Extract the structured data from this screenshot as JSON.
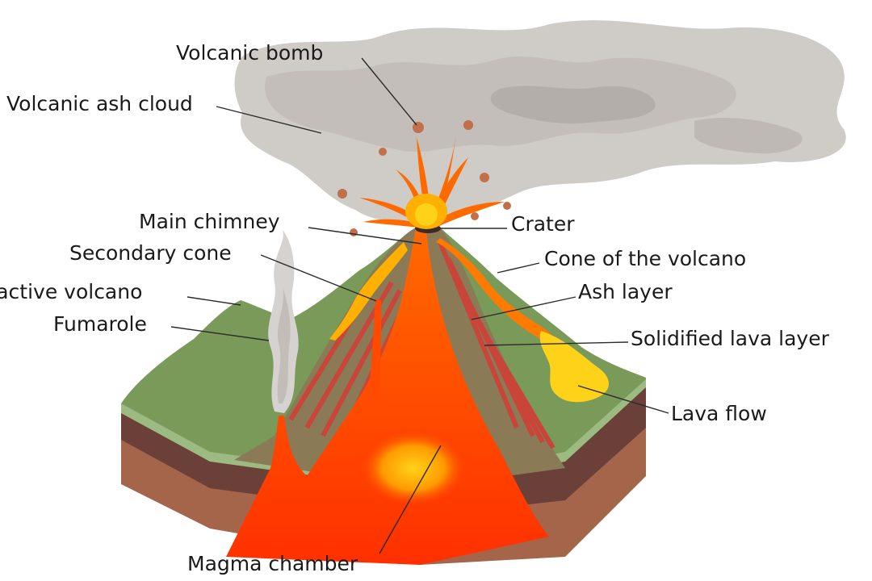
{
  "labels": {
    "volcanic_bomb": "Volcanic bomb",
    "volcanic_ash_cloud": "Volcanic ash cloud",
    "main_chimney": "Main chimney",
    "secondary_cone": "Secondary cone",
    "inactive_volcano": "Inactive volcano",
    "fumarole": "Fumarole",
    "crater": "Crater",
    "cone_of_the_volcano": "Cone of the volcano",
    "ash_layer": "Ash layer",
    "solidified_lava_layer": "Solidified lava layer",
    "lava_flow": "Lava flow",
    "magma_chamber": "Magma chamber"
  },
  "colors": {
    "ground_green": "#7a9a5a",
    "ground_edge": "#9cbb82",
    "soil_dark": "#6b4038",
    "soil_light": "#a5654a",
    "magma_red": "#ff2a00",
    "magma_orange": "#ff7a00",
    "magma_yellow": "#ffd21a",
    "ash_gray": "#c7c3bf",
    "lava_flow_yellow": "#ffd21a"
  }
}
